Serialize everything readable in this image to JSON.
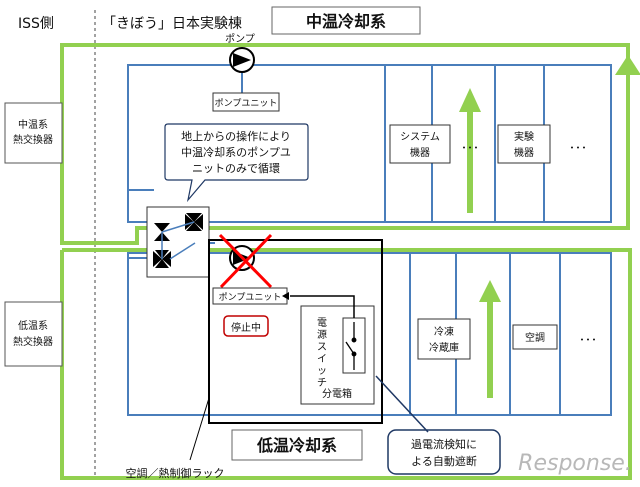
{
  "labels": {
    "iss_side": "ISS側",
    "kibo": "「きぼう」日本実験棟",
    "mid_title": "中温冷却系",
    "low_title": "低温冷却系",
    "pump_top": "ポンプ",
    "pump_unit_top": "ポンプユニット",
    "pump_unit_low": "ポンプユニット",
    "hx_mid_1": "中温系",
    "hx_mid_2": "熱交換器",
    "hx_low_1": "低温系",
    "hx_low_2": "熱交換器",
    "callout_1": "地上からの操作により",
    "callout_2": "中温冷却系のポンプユ",
    "callout_3": "ニットのみで循環",
    "system_1": "システム",
    "system_2": "機器",
    "experiment_1": "実験",
    "experiment_2": "機器",
    "ellipsis": "･･･",
    "freezer_1": "冷凍",
    "freezer_2": "冷蔵庫",
    "aircon": "空調",
    "stopped": "停止中",
    "power_switch_1": "電",
    "power_switch_2": "源",
    "power_switch_3": "ス",
    "power_switch_4": "イ",
    "power_switch_5": "ッ",
    "power_switch_6": "チ",
    "distribution_box": "分電箱",
    "overcurrent_1": "過電流検知に",
    "overcurrent_2": "よる自動遮断",
    "rack": "空調／熱制御ラック",
    "watermark": "Response."
  },
  "colors": {
    "loop_green": "#92d050",
    "pipe_blue": "#4a7ebb",
    "cross_red": "#ff0000",
    "stop_border": "#c00000",
    "callout_border": "#1f3864"
  }
}
